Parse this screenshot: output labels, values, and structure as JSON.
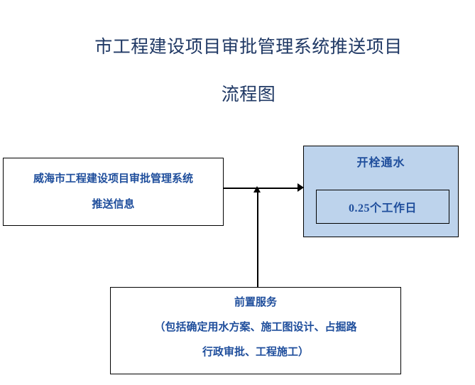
{
  "page": {
    "background_color": "#FFFFFF",
    "title_color": "#1F3864",
    "box_text_color": "#1F4E9C",
    "process_fill_color": "#BDD3EC",
    "border_color": "#000000"
  },
  "title": {
    "line1": "市工程建设项目审批管理系统推送项目",
    "line2": "流程图"
  },
  "flow": {
    "source_box": {
      "line1": "威海市工程建设项目审批管理系统",
      "line2": "推送信息"
    },
    "process_box": {
      "heading": "开栓通水",
      "duration": "0.25个工作日"
    },
    "pre_service_box": {
      "line1": "前置服务",
      "line2": "（包括确定用水方案、施工图设计、占掘路",
      "line3": "行政审批、工程施工）"
    }
  },
  "connectors": {
    "source_to_process": "arrow-right",
    "pre_service_to_flow": "arrow-up"
  }
}
